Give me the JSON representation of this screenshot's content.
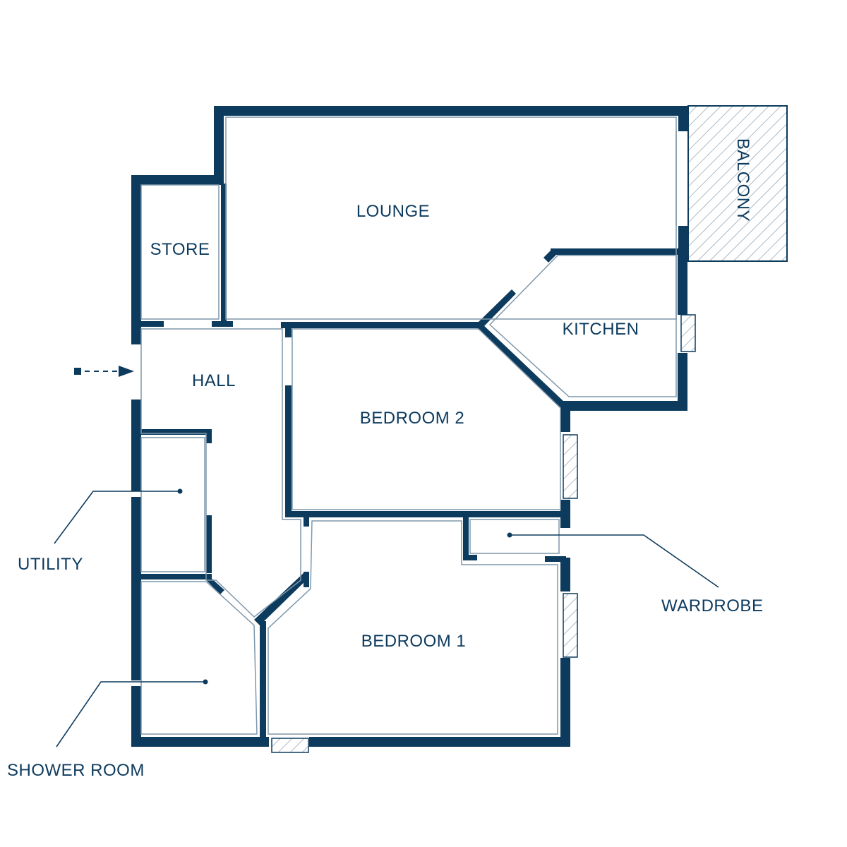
{
  "colors": {
    "wall": "#0d3b5e",
    "background": "#ffffff",
    "hatch": "#8fa3b3"
  },
  "rooms": {
    "lounge": "LOUNGE",
    "store": "STORE",
    "hall": "HALL",
    "kitchen": "KITCHEN",
    "bedroom2": "BEDROOM 2",
    "bedroom1": "BEDROOM 1",
    "balcony": "BALCONY"
  },
  "callouts": {
    "utility": "UTILITY",
    "wardrobe": "WARDROBE",
    "shower_room": "SHOWER ROOM"
  },
  "icons": {
    "entrance": "entrance-arrow-icon"
  }
}
